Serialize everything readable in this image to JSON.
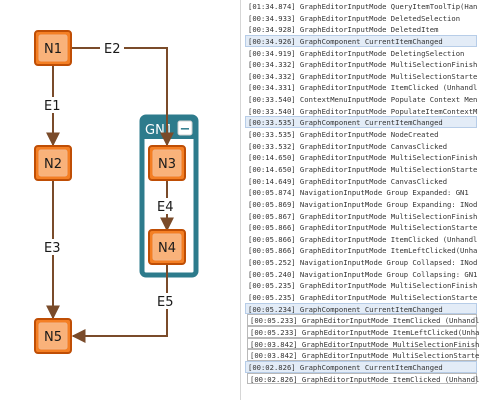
{
  "graph": {
    "nodes": {
      "n1": "N1",
      "n2": "N2",
      "n3": "N3",
      "n4": "N4",
      "n5": "N5"
    },
    "edges": {
      "e1": "E1",
      "e2": "E2",
      "e3": "E3",
      "e4": "E4",
      "e5": "E5"
    },
    "group": {
      "label": "GN1",
      "collapse_symbol": "−"
    }
  },
  "colors": {
    "node_fill": "#f47f24",
    "node_stroke": "#bf4e05",
    "group_color": "#2d7b8c",
    "edge_color": "#7a4b2a",
    "highlight": "#e3ecf7"
  },
  "log": {
    "entries": [
      {
        "text": "[01:34.874] GraphEditorInputMode QueryItemToolTip(Han",
        "style": "plain"
      },
      {
        "text": "[00:34.933] GraphEditorInputMode DeletedSelection",
        "style": "plain"
      },
      {
        "text": "[00:34.928] GraphEditorInputMode DeletedItem",
        "style": "plain"
      },
      {
        "text": "[00:34.926] GraphComponent CurrentItemChanged",
        "style": "hl"
      },
      {
        "text": "[00:34.919] GraphEditorInputMode DeletingSelection",
        "style": "plain"
      },
      {
        "text": "[00:34.332] GraphEditorInputMode MultiSelectionFinish",
        "style": "plain"
      },
      {
        "text": "[00:34.332] GraphEditorInputMode MultiSelectionStarte",
        "style": "plain"
      },
      {
        "text": "[00:34.331] GraphEditorInputMode ItemClicked (Unhandl",
        "style": "plain"
      },
      {
        "text": "[00:33.540] ContextMenuInputMode Populate Context Men",
        "style": "plain"
      },
      {
        "text": "[00:33.540] GraphEditorInputMode PopulateItemContextM",
        "style": "plain"
      },
      {
        "text": "[00:33.535] GraphComponent CurrentItemChanged",
        "style": "hl"
      },
      {
        "text": "[00:33.535] GraphEditorInputMode NodeCreated",
        "style": "plain"
      },
      {
        "text": "[00:33.532] GraphEditorInputMode CanvasClicked",
        "style": "plain"
      },
      {
        "text": "[00:14.650] GraphEditorInputMode MultiSelectionFinish",
        "style": "plain"
      },
      {
        "text": "[00:14.650] GraphEditorInputMode MultiSelectionStarte",
        "style": "plain"
      },
      {
        "text": "[00:14.649] GraphEditorInputMode CanvasClicked",
        "style": "plain"
      },
      {
        "text": "[00:05.874] NavigationInputMode Group Expanded: GN1",
        "style": "plain"
      },
      {
        "text": "[00:05.869] NavigationInputMode Group Expanding: INod",
        "style": "plain"
      },
      {
        "text": "[00:05.867] GraphEditorInputMode MultiSelectionFinish",
        "style": "plain"
      },
      {
        "text": "[00:05.866] GraphEditorInputMode MultiSelectionStarte",
        "style": "plain"
      },
      {
        "text": "[00:05.866] GraphEditorInputMode ItemClicked (Unhandl",
        "style": "plain"
      },
      {
        "text": "[00:05.866] GraphEditorInputMode ItemLeftClicked(Unha",
        "style": "plain"
      },
      {
        "text": "[00:05.252] NavigationInputMode Group Collapsed: INod",
        "style": "plain"
      },
      {
        "text": "[00:05.240] NavigationInputMode Group Collapsing: GN1",
        "style": "plain"
      },
      {
        "text": "[00:05.235] GraphEditorInputMode MultiSelectionFinish",
        "style": "plain"
      },
      {
        "text": "[00:05.235] GraphEditorInputMode MultiSelectionStarte",
        "style": "plain"
      },
      {
        "text": "[00:05.234] GraphComponent CurrentItemChanged",
        "style": "hl"
      },
      {
        "text": "[00:05.233] GraphEditorInputMode ItemClicked (Unhandl",
        "style": "box"
      },
      {
        "text": "[00:05.233] GraphEditorInputMode ItemLeftClicked(Unha",
        "style": "box"
      },
      {
        "text": "[00:03.842] GraphEditorInputMode MultiSelectionFinish",
        "style": "box"
      },
      {
        "text": "[00:03.842] GraphEditorInputMode MultiSelectionStarte",
        "style": "box"
      },
      {
        "text": "[00:02.826] GraphComponent CurrentItemChanged",
        "style": "hl"
      },
      {
        "text": "[00:02.826] GraphEditorInputMode ItemClicked (Unhandl",
        "style": "box"
      }
    ]
  }
}
